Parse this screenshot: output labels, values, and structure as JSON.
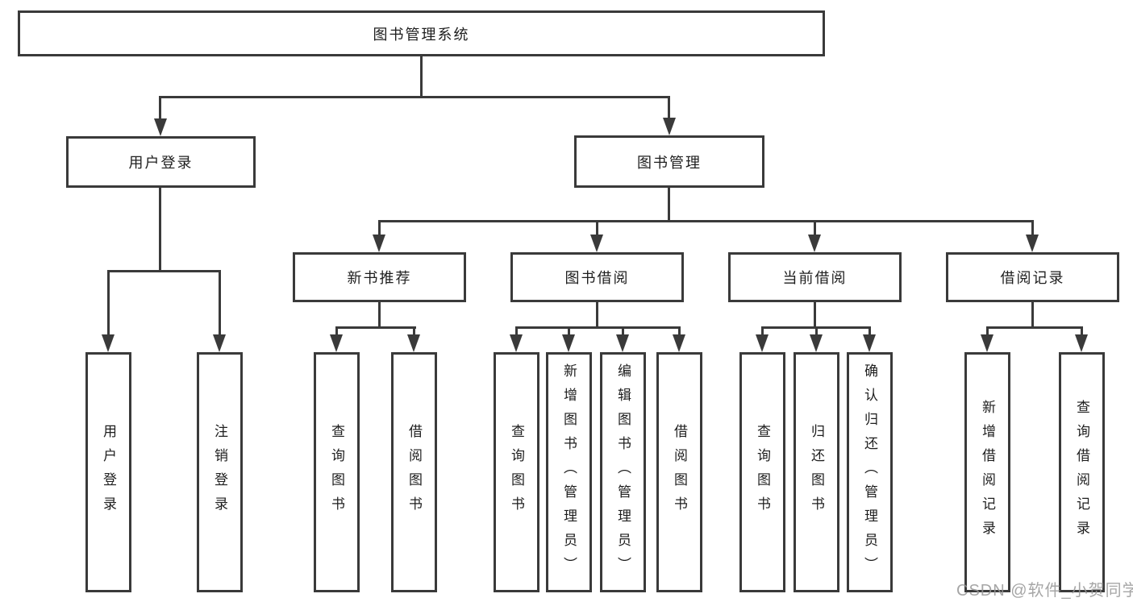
{
  "watermark": "CSDN @软件_小贺同学",
  "tree": {
    "root": "图书管理系统",
    "branches": [
      {
        "label": "用户登录",
        "children": [
          "用户登录",
          "注销登录"
        ]
      },
      {
        "label": "图书管理",
        "groups": [
          {
            "label": "新书推荐",
            "children": [
              "查询图书",
              "借阅图书"
            ]
          },
          {
            "label": "图书借阅",
            "children": [
              "查询图书",
              "新增图书（管理员）",
              "编辑图书（管理员）",
              "借阅图书"
            ]
          },
          {
            "label": "当前借阅",
            "children": [
              "查询图书",
              "归还图书",
              "确认归还（管理员）"
            ]
          },
          {
            "label": "借阅记录",
            "children": [
              "新增借阅记录",
              "查询借阅记录"
            ]
          }
        ]
      }
    ]
  },
  "colors": {
    "line": "#3a3a3a",
    "text": "#1e1e1e",
    "watermark": "#969696",
    "background": "#ffffff"
  }
}
